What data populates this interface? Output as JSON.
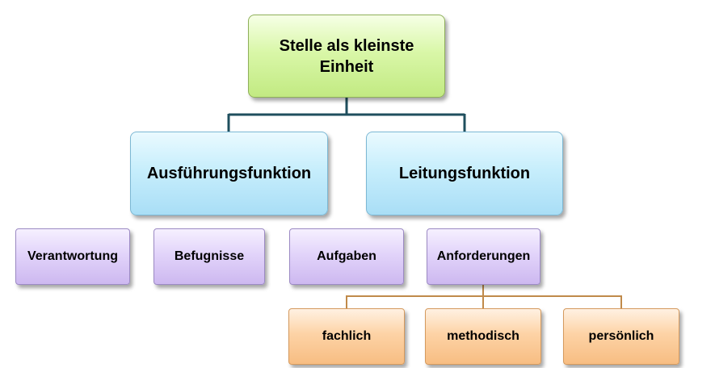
{
  "colors": {
    "root_fill": "#d9f7a8",
    "function_fill": "#c7eefc",
    "attribute_fill": "#e2d4fa",
    "requirement_fill": "#fdd3a6",
    "connector_top": "#1f4f5e",
    "connector_bottom": "#c08a4a"
  },
  "root": {
    "line1": "Stelle als kleinste",
    "line2": "Einheit"
  },
  "functions": [
    {
      "label": "Ausführungsfunktion"
    },
    {
      "label": "Leitungsfunktion"
    }
  ],
  "attributes": [
    {
      "label": "Verantwortung"
    },
    {
      "label": "Befugnisse"
    },
    {
      "label": "Aufgaben"
    },
    {
      "label": "Anforderungen"
    }
  ],
  "requirements": [
    {
      "label": "fachlich"
    },
    {
      "label": "methodisch"
    },
    {
      "label": "persönlich"
    }
  ]
}
